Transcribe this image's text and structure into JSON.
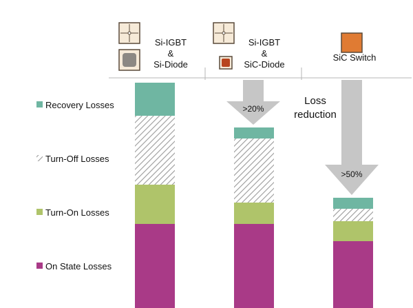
{
  "chart_data": {
    "type": "bar",
    "stacked": true,
    "title": "",
    "xlabel": "",
    "ylabel": "",
    "categories": [
      {
        "name": "Si-IGBT & Si-Diode",
        "lines": [
          "Si-IGBT",
          "&",
          "Si-Diode"
        ]
      },
      {
        "name": "Si-IGBT & SiC-Diode",
        "lines": [
          "Si-IGBT",
          "&",
          "SiC-Diode"
        ]
      },
      {
        "name": "SiC Switch",
        "lines": [
          "SiC Switch"
        ]
      }
    ],
    "series": [
      {
        "name": "On State Losses",
        "color": "#a93a87",
        "pattern": "solid",
        "values": [
          122,
          122,
          97
        ]
      },
      {
        "name": "Turn-On Losses",
        "color": "#afc46a",
        "pattern": "solid",
        "values": [
          57,
          31,
          29
        ]
      },
      {
        "name": "Turn-Off Losses",
        "color": "#aaaaaa",
        "pattern": "hatch",
        "values": [
          100,
          93,
          18
        ]
      },
      {
        "name": "Recovery Losses",
        "color": "#6fb6a2",
        "pattern": "solid",
        "values": [
          48,
          16,
          16
        ]
      }
    ],
    "legend_position": "left",
    "annotations": [
      {
        "text": ">20%",
        "type": "down-arrow",
        "from_category": 1
      },
      {
        "text": ">50%",
        "type": "down-arrow",
        "from_category": 2
      },
      {
        "text": "Loss reduction",
        "lines": [
          "Loss",
          "reduction"
        ],
        "type": "label"
      }
    ],
    "device_icons": [
      [
        "igbt-chip-icon",
        "si-diode-chip-icon"
      ],
      [
        "igbt-chip-icon",
        "sic-diode-chip-icon"
      ],
      [
        "sic-switch-chip-icon"
      ]
    ],
    "colors": {
      "arrow": "#c6c6c6",
      "chip_face": "#f6ead8",
      "si_diode": "#8c8883",
      "sic_diode": "#b8441d",
      "sic_switch": "#e07b33"
    }
  }
}
